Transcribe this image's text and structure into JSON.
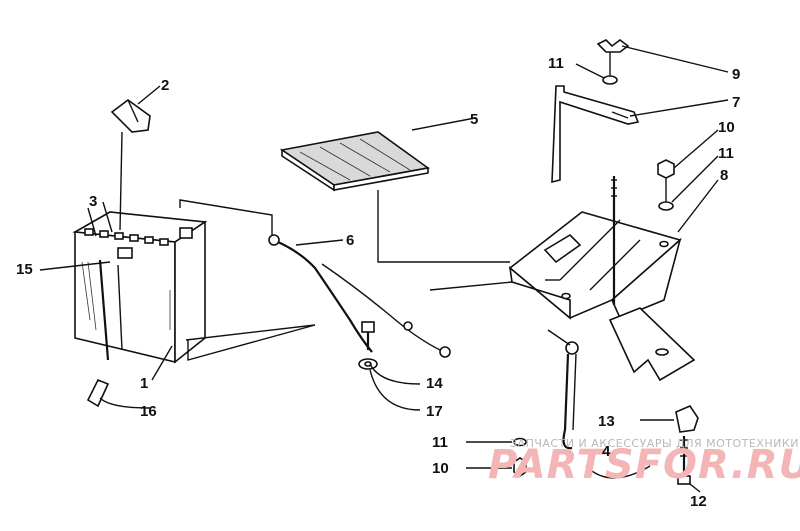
{
  "callouts": {
    "c1": "1",
    "c2": "2",
    "c3": "3",
    "c4": "4",
    "c5": "5",
    "c6": "6",
    "c7": "7",
    "c8": "8",
    "c9": "9",
    "c10a": "10",
    "c10b": "10",
    "c11a": "11",
    "c11b": "11",
    "c11c": "11",
    "c12": "12",
    "c13": "13",
    "c14": "14",
    "c15": "15",
    "c16": "16",
    "c17": "17"
  },
  "watermark": {
    "tagline": "ЗАПЧАСТИ И АКСЕССУАРЫ ДЛЯ МОТОТЕХНИКИ",
    "logo": "PARTSFOR.RU",
    "color": "#e07070"
  }
}
